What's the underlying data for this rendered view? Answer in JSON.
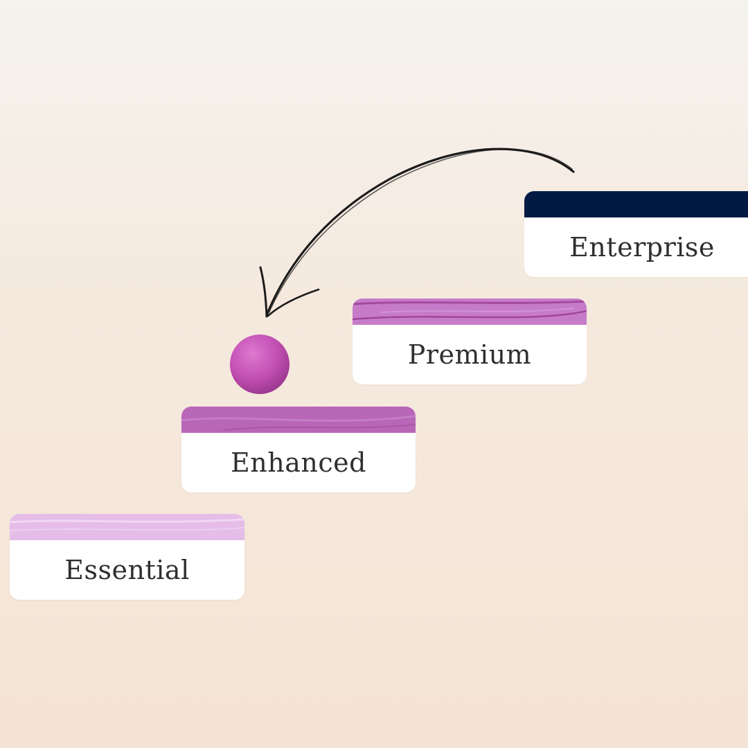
{
  "steps": [
    {
      "label": "Essential",
      "band_color": "#e5bde8",
      "band_stroke": "#f1d7f3"
    },
    {
      "label": "Enhanced",
      "band_color": "#b867b8",
      "band_stroke": "#a3509f"
    },
    {
      "label": "Premium",
      "band_color": "#c67bc9",
      "band_stroke": "#9a3f96"
    },
    {
      "label": "Enterprise",
      "band_color": "#021a43",
      "band_stroke": "#021a43"
    }
  ],
  "colors": {
    "ball": "#c24fb3",
    "ball_highlight": "#dd78cf",
    "arrow": "#1b1b1b",
    "label_text": "#2f2f33",
    "card_bg": "#ffffff"
  },
  "icons": {
    "ball": "magenta-ball",
    "arrow": "hand-drawn-curved-arrow"
  }
}
